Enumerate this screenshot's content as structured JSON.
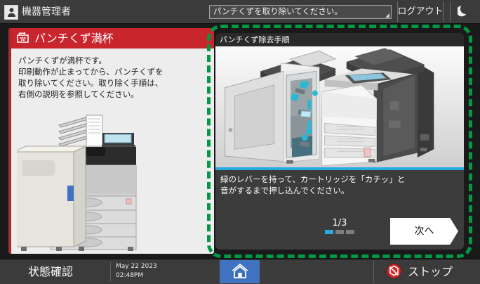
{
  "topbar": {
    "user_icon": "user-icon",
    "user_name": "機器管理者",
    "status_select_value": "パンチくずを取り除いてください。",
    "logout_label": "ログアウト",
    "sleep_icon": "crescent-moon-icon"
  },
  "error_panel": {
    "icon": "punch-waste-box-icon",
    "title": "パンチくず満杯",
    "message": "パンチくずが満杯です。\n印刷動作が止まってから、パンチくずを\n取り除いてください。取り除く手順は、\n右側の説明を参照してください。",
    "illustration": "multifunction-printer-with-finisher-illustration",
    "title_color": "#c9252d"
  },
  "guide_panel": {
    "header": "パンチくず除去手順",
    "illustration": "printer-finisher-door-open-cartridge-illustration",
    "instruction": "緑のレバーを持って、カートリッジを「カチッ」と\n音がするまで押し込んでください。",
    "page_indicator": "1/3",
    "dots": [
      true,
      false,
      false
    ],
    "next_label": "次へ",
    "highlight_color": "#009944",
    "active_dot_color": "#29abe2"
  },
  "bottombar": {
    "status_check_label": "状態確認",
    "date": "May 22 2023",
    "time": "02:48PM",
    "home_icon": "home-icon",
    "stop_icon": "stop-icon",
    "stop_label": "ストップ"
  }
}
